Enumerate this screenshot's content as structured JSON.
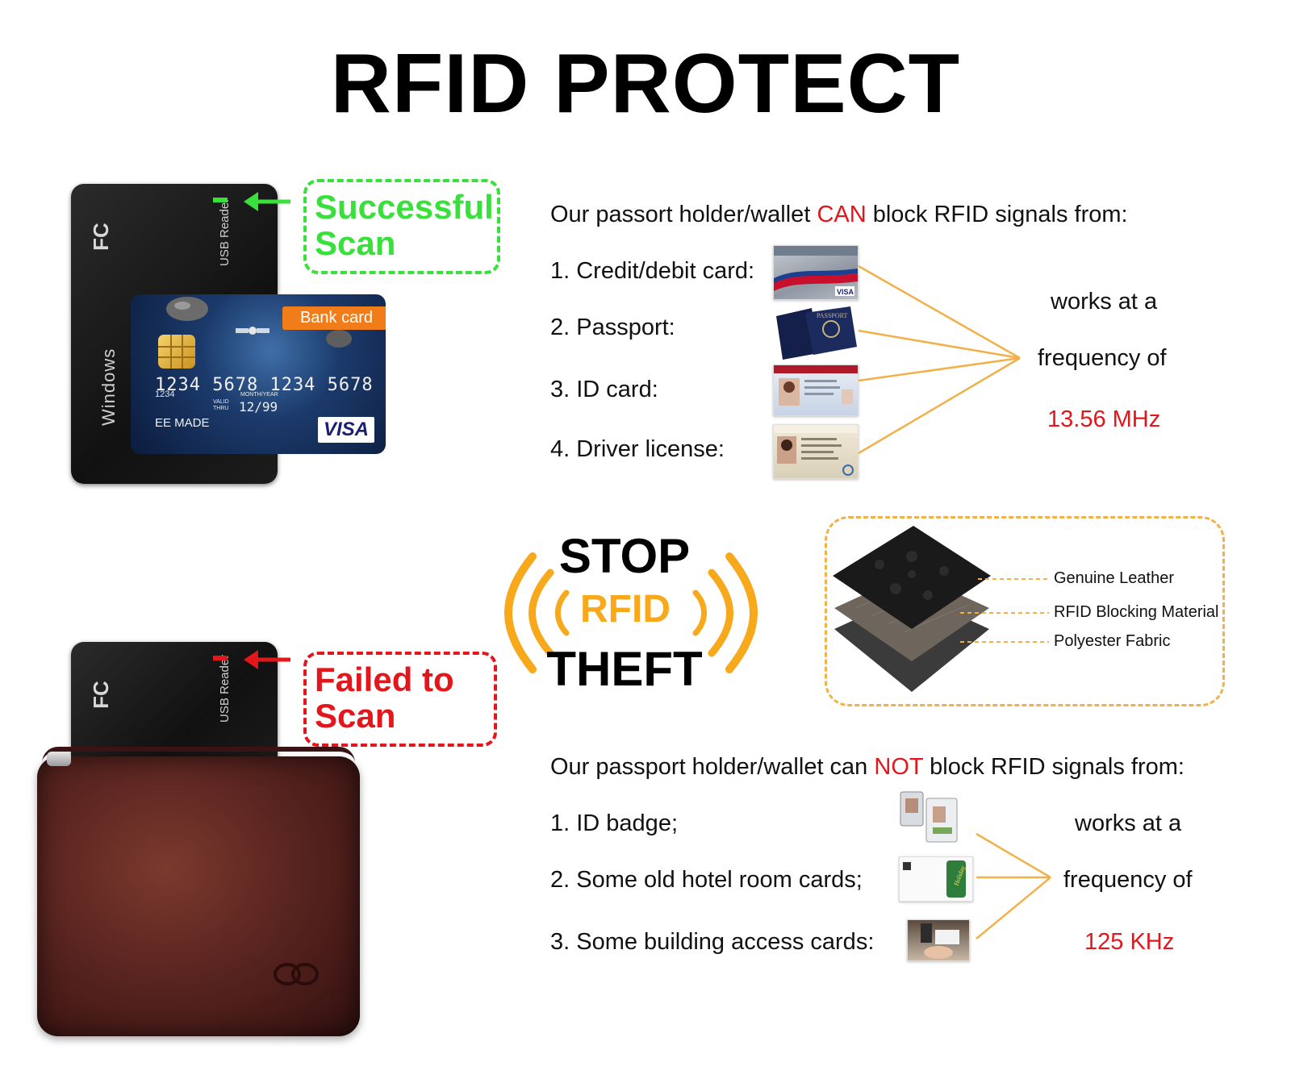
{
  "title": "RFID PROTECT",
  "colors": {
    "accent_red": "#e3161b",
    "success_green": "#39e03c",
    "line_orange": "#f2b04a",
    "rfid_orange": "#f7a81b"
  },
  "success": {
    "label_line1": "Successful",
    "label_line2": "Scan"
  },
  "failed": {
    "label_line1": "Failed to",
    "label_line2": "Scan"
  },
  "reader": {
    "fc_mark": "FC",
    "usb_label": "USB Reader",
    "windows_label": "Windows"
  },
  "bank_card": {
    "tag": "Bank card",
    "number": "1234 5678 1234 5678",
    "small_number": "1234",
    "valid_label": "VALID THRU",
    "month_year_label": "MONTH/YEAR",
    "expiry": "12/99",
    "holder": "EE MADE",
    "brand": "VISA"
  },
  "can_block": {
    "heading_pre": "Our passort holder/wallet ",
    "heading_emph": "CAN",
    "heading_post": " block RFID signals from:",
    "items": [
      {
        "label": "1. Credit/debit card:",
        "icon": "credit-card-icon"
      },
      {
        "label": "2. Passport:",
        "icon": "passport-icon"
      },
      {
        "label": "3. ID card:",
        "icon": "id-card-icon"
      },
      {
        "label": "4. Driver license:",
        "icon": "driver-license-icon"
      }
    ],
    "freq_line1": "works at a",
    "freq_line2": "frequency of",
    "freq_value": "13.56 MHz"
  },
  "stop_theft": {
    "stop": "STOP",
    "rfid": "RFID",
    "theft": "THEFT"
  },
  "materials": [
    {
      "label": "Genuine Leather"
    },
    {
      "label": "RFID Blocking Material"
    },
    {
      "label": "Polyester Fabric"
    }
  ],
  "cannot_block": {
    "heading_pre": "Our passport holder/wallet can ",
    "heading_emph": "NOT",
    "heading_post": " block RFID signals from:",
    "items": [
      {
        "label": "1. ID badge;",
        "icon": "id-badge-icon"
      },
      {
        "label": "2. Some old hotel room cards;",
        "icon": "hotel-card-icon"
      },
      {
        "label": "3. Some building access cards:",
        "icon": "access-card-icon"
      }
    ],
    "freq_line1": "works at a",
    "freq_line2": "frequency of",
    "freq_value": "125 KHz"
  }
}
